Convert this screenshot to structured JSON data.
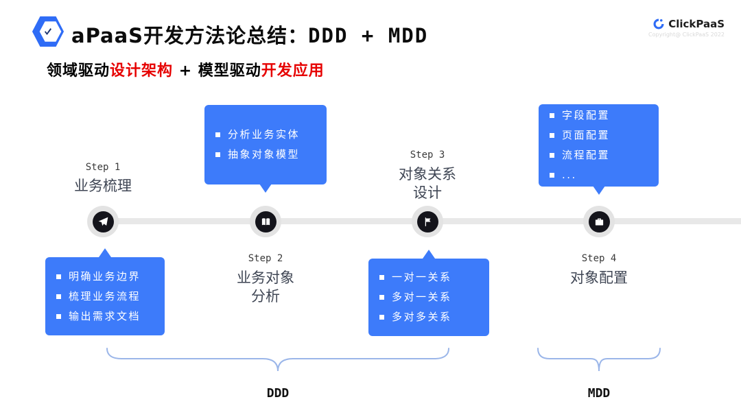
{
  "header": {
    "title_prefix": "aPaaS开发方法论总结：",
    "title_suffix": "DDD + MDD",
    "subtitle": {
      "part1": "领域驱动",
      "part2_red": "设计架构",
      "part3": " + 模型驱动",
      "part4_red": "开发应用"
    },
    "logo": {
      "name": "ClickPaaS",
      "copyright": "Copyright@ ClickPaaS 2022"
    }
  },
  "colors": {
    "accent_blue": "#3d7bfa",
    "highlight_red": "#e60000",
    "brace_blue": "#9bb6e9",
    "node_dark": "#14141b",
    "track_gray": "#e8e8e8",
    "brand_blue": "#2f6cf6"
  },
  "timeline": {
    "steps": [
      {
        "label": "Step 1",
        "title_lines": [
          "业务梳理"
        ],
        "icon": "paper-plane-icon"
      },
      {
        "label": "Step 2",
        "title_lines": [
          "业务对象",
          "分析"
        ],
        "icon": "book-icon"
      },
      {
        "label": "Step 3",
        "title_lines": [
          "对象关系",
          "设计"
        ],
        "icon": "flag-icon"
      },
      {
        "label": "Step 4",
        "title_lines": [
          "对象配置"
        ],
        "icon": "briefcase-icon"
      }
    ],
    "callouts": [
      {
        "step": "Step 1",
        "position": "below",
        "items": [
          "明确业务边界",
          "梳理业务流程",
          "输出需求文档"
        ]
      },
      {
        "step": "Step 2",
        "position": "above",
        "items": [
          "分析业务实体",
          "抽象对象模型"
        ]
      },
      {
        "step": "Step 3",
        "position": "below",
        "items": [
          "一对一关系",
          "多对一关系",
          "多对多关系"
        ]
      },
      {
        "step": "Step 4",
        "position": "above",
        "items": [
          "字段配置",
          "页面配置",
          "流程配置",
          "..."
        ]
      }
    ]
  },
  "groups": [
    {
      "label": "DDD"
    },
    {
      "label": "MDD"
    }
  ]
}
